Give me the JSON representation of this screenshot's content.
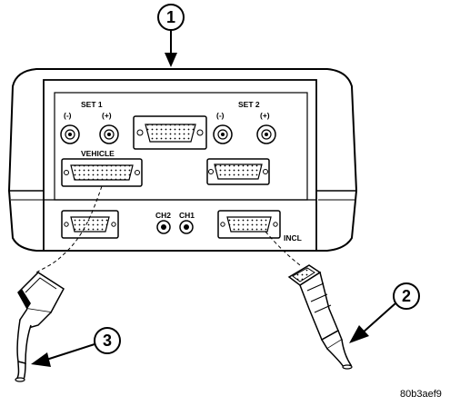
{
  "callouts": [
    "1",
    "2",
    "3"
  ],
  "panel_labels": {
    "set1": "SET 1",
    "set2": "SET 2",
    "minus": "(-)",
    "plus": "(+)",
    "vehicle": "VEHICLE",
    "ch2": "CH2",
    "ch1": "CH1",
    "incl": "INCL"
  },
  "figure_code": "80b3aef9",
  "colors": {
    "line": "#000000",
    "background": "#ffffff"
  }
}
